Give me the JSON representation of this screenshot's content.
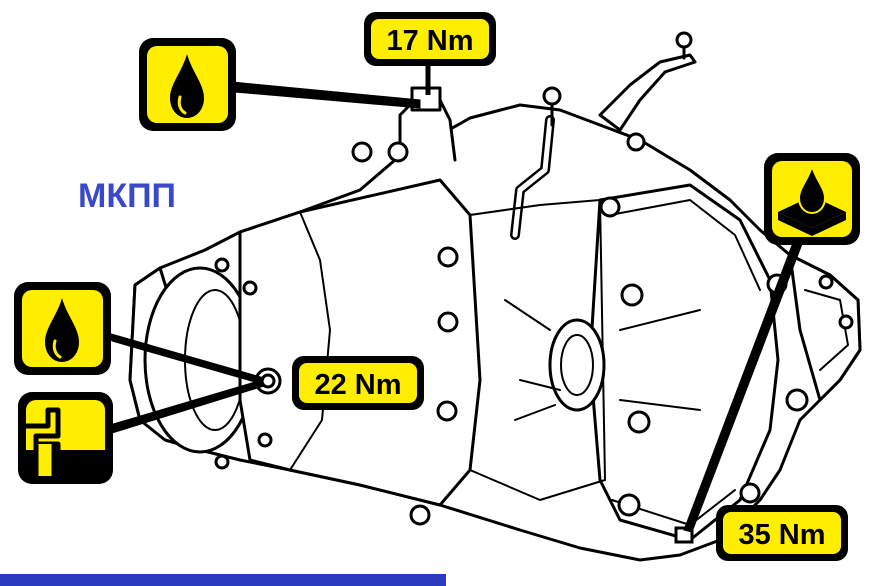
{
  "title": "МКПП",
  "colors": {
    "title": "#3a49c9",
    "label_fill": "#ffee00",
    "outline": "#000000",
    "bar": "#2b3bbf",
    "housing": "#ffffff"
  },
  "torque_labels": {
    "top": "17 Nm",
    "drain": "22 Nm",
    "bottom_right": "35 Nm"
  },
  "icons": {
    "top": "oil-drop-icon",
    "left_upper": "oil-drop-icon",
    "left_lower": "fill-level-icon",
    "right": "oil-pan-drop-icon"
  }
}
